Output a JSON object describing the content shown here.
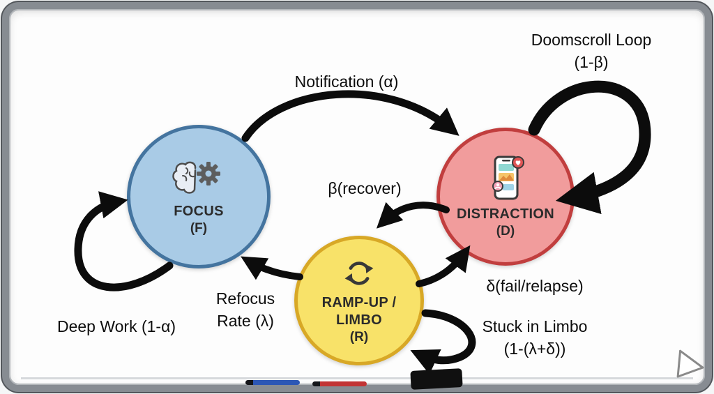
{
  "icons": {
    "focus": "brain-gear-icon",
    "distraction": "phone-social-icon",
    "rampup": "refresh-cycle-icon"
  },
  "colors": {
    "focus_fill": "#A9CBE6",
    "focus_border": "#44749F",
    "distraction_fill": "#F19C9C",
    "distraction_border": "#C13E3E",
    "rampup_fill": "#F8E269",
    "rampup_border": "#D8A826",
    "arrow": "#0C0C0C"
  },
  "nodes": {
    "focus": {
      "name": "FOCUS",
      "sub": "(F)"
    },
    "distraction": {
      "name": "DISTRACTION",
      "sub": "(D)"
    },
    "rampup": {
      "line1": "RAMP-UP /",
      "line2": "LIMBO",
      "sub": "(R)"
    }
  },
  "edges": {
    "notification": {
      "label": "Notification (α)"
    },
    "doomscroll": {
      "line1": "Doomscroll Loop",
      "line2": "(1-β)"
    },
    "recover": {
      "label": "β(recover)"
    },
    "relapse": {
      "label": "δ(fail/relapse)"
    },
    "refocus": {
      "line1": "Refocus",
      "line2": "Rate (λ)"
    },
    "deepwork": {
      "label": "Deep Work (1-α)"
    },
    "stuck": {
      "line1": "Stuck in Limbo",
      "line2": "(1-(λ+δ))"
    }
  }
}
